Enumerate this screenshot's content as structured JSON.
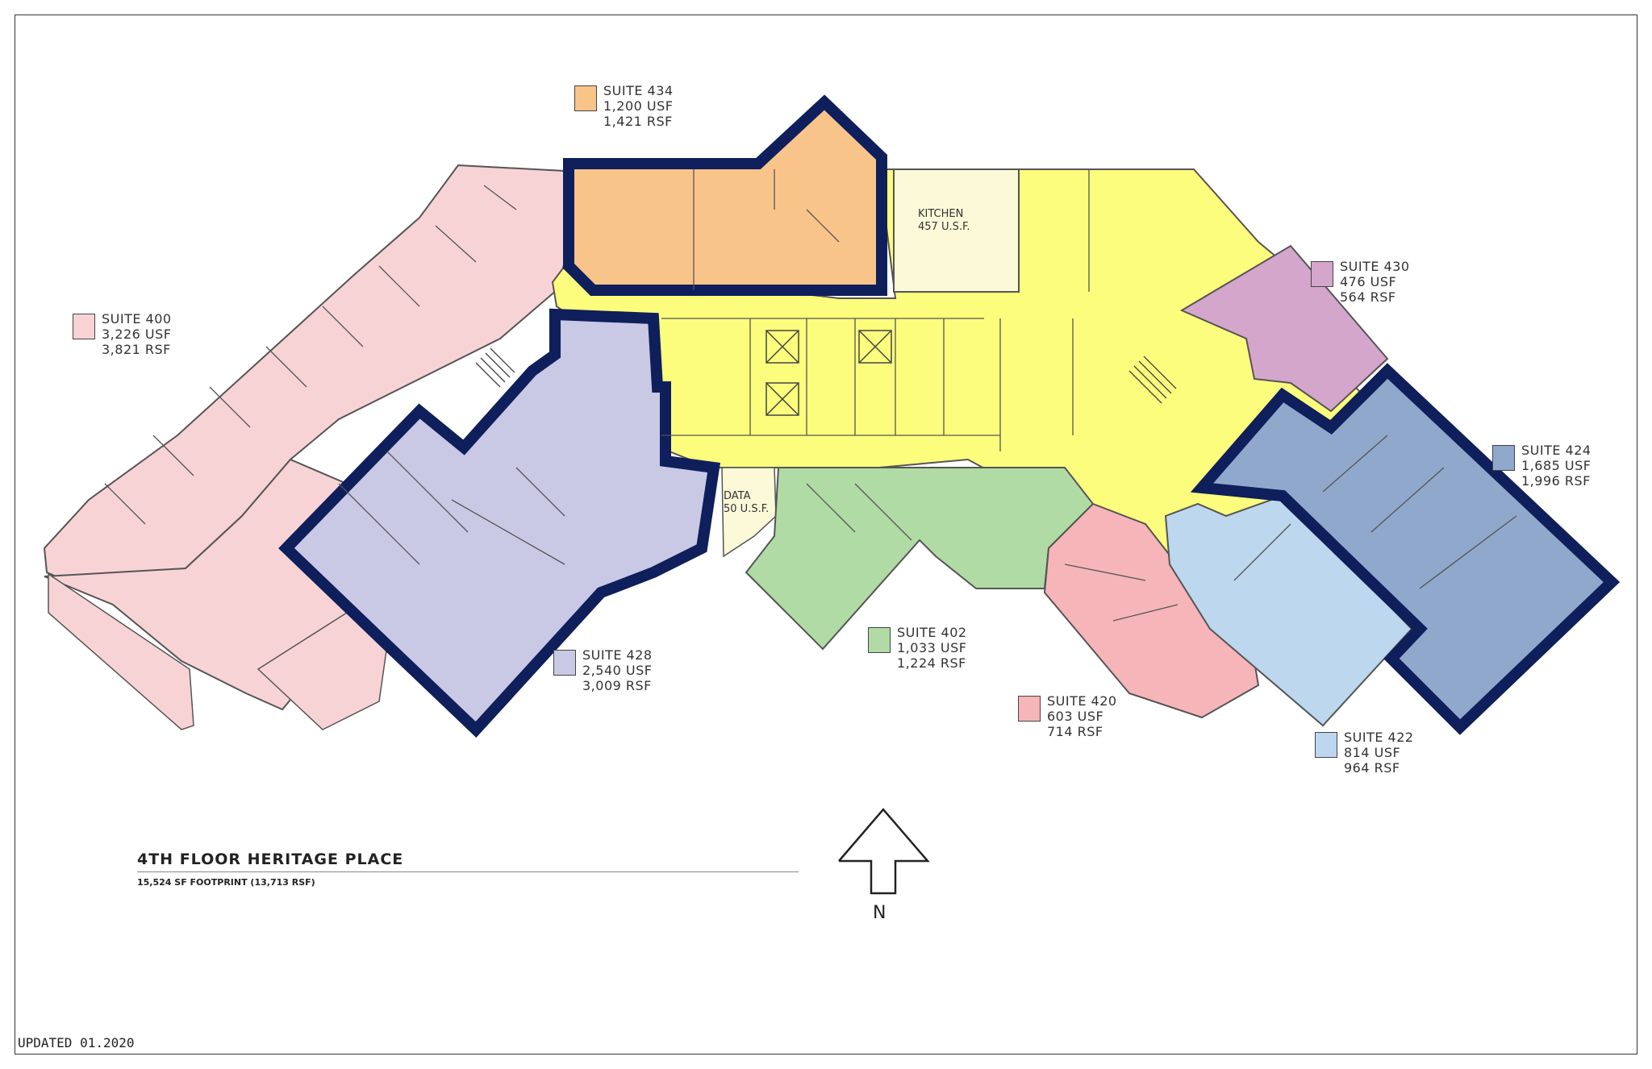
{
  "plan": {
    "title": "4TH FLOOR HERITAGE PLACE",
    "subtitle": "15,524 SF FOOTPRINT (13,713 RSF)",
    "updated": "UPDATED  01.2020",
    "north": "N"
  },
  "rooms": {
    "kitchen": {
      "name": "KITCHEN",
      "area": "457 U.S.F."
    },
    "data": {
      "name": "DATA",
      "area": "50 U.S.F."
    }
  },
  "suites": [
    {
      "id": "suite-434",
      "name": "SUITE 434",
      "usf": "1,200 USF",
      "rsf": "1,421 RSF",
      "color": "#f9c48a"
    },
    {
      "id": "suite-400",
      "name": "SUITE 400",
      "usf": "3,226 USF",
      "rsf": "3,821 RSF",
      "color": "#f8d3d6"
    },
    {
      "id": "suite-430",
      "name": "SUITE 430",
      "usf": "476 USF",
      "rsf": "564 RSF",
      "color": "#d4a6cc"
    },
    {
      "id": "suite-424",
      "name": "SUITE 424",
      "usf": "1,685 USF",
      "rsf": "1,996 RSF",
      "color": "#8fa8cb"
    },
    {
      "id": "suite-402",
      "name": "SUITE 402",
      "usf": "1,033 USF",
      "rsf": "1,224 RSF",
      "color": "#b1dba4"
    },
    {
      "id": "suite-428",
      "name": "SUITE 428",
      "usf": "2,540 USF",
      "rsf": "3,009 RSF",
      "color": "#c9c9e6"
    },
    {
      "id": "suite-420",
      "name": "SUITE 420",
      "usf": "603 USF",
      "rsf": "714 RSF",
      "color": "#f6b5b8"
    },
    {
      "id": "suite-422",
      "name": "SUITE 422",
      "usf": "814 USF",
      "rsf": "964 RSF",
      "color": "#bcd7ee"
    }
  ],
  "colors": {
    "core": "#fdfd7d",
    "kitchen": "#fbf9d8",
    "highlight_border": "#0e1f5b",
    "wall": "#555555"
  }
}
